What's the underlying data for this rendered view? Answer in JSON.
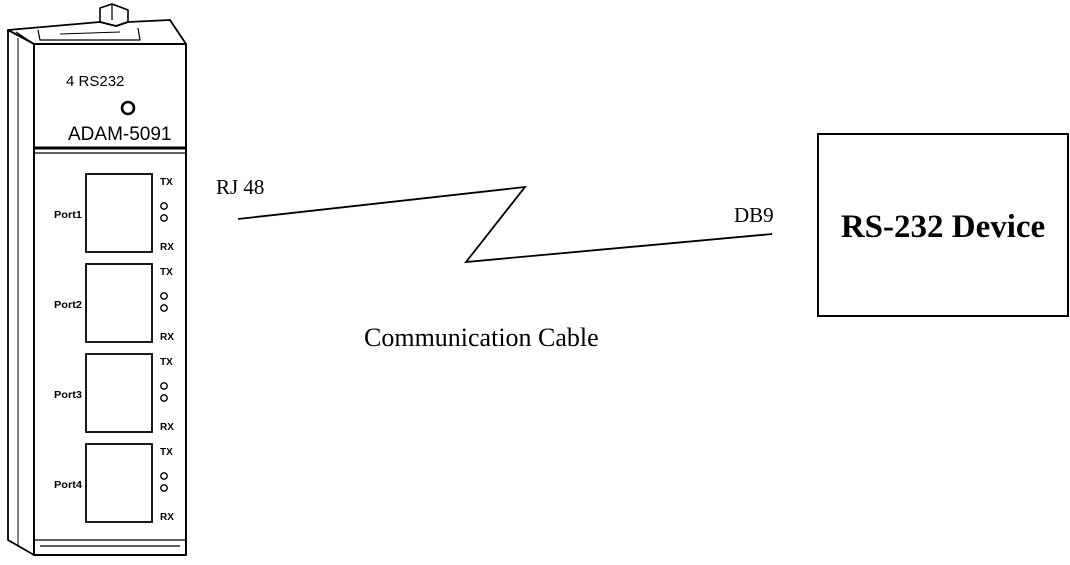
{
  "module": {
    "header_text": "4 RS232",
    "model": "ADAM-5091",
    "ports": [
      {
        "label": "Port1",
        "tx": "TX",
        "rx": "RX"
      },
      {
        "label": "Port2",
        "tx": "TX",
        "rx": "RX"
      },
      {
        "label": "Port3",
        "tx": "TX",
        "rx": "RX"
      },
      {
        "label": "Port4",
        "tx": "TX",
        "rx": "RX"
      }
    ]
  },
  "cable": {
    "left_connector": "RJ 48",
    "right_connector": "DB9",
    "caption": "Communication Cable"
  },
  "device": {
    "label": "RS-232 Device"
  },
  "colors": {
    "stroke": "#000000",
    "background": "#ffffff"
  }
}
